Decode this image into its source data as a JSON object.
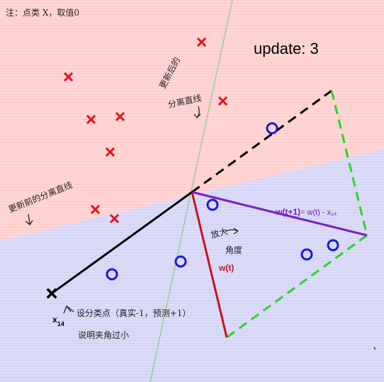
{
  "title": "update: 3",
  "annotations": {
    "top_left_note": "注：点类 X，取值0",
    "new_boundary_note_line1": "更新后的",
    "new_boundary_note_line2": "分离直线",
    "old_boundary_note": "更新前的分离直线",
    "enlarge_line1": "放大",
    "enlarge_line2": "角度",
    "misclassified_line1": "设分类点（真实-1，预测+1）",
    "misclassified_line2": "说明夹角过小"
  },
  "labels": {
    "w_t": "w(t)",
    "w_t1_prefix": "w(t+1)",
    "w_t1_suffix": "= w(t) - x₁₄",
    "x14_main": "x",
    "x14_sub": "14"
  },
  "colors": {
    "red_region": "#ffd6d6",
    "blue_region": "#d9d9f7",
    "red_marker": "#e8141c",
    "blue_marker": "#1a1ad6",
    "w_t_vector": "#c8141c",
    "w_t1_vector": "#7a1fc4",
    "parallelogram": "#2ad42a",
    "old_boundary": "#000000",
    "new_boundary": "#7fd07f"
  }
}
